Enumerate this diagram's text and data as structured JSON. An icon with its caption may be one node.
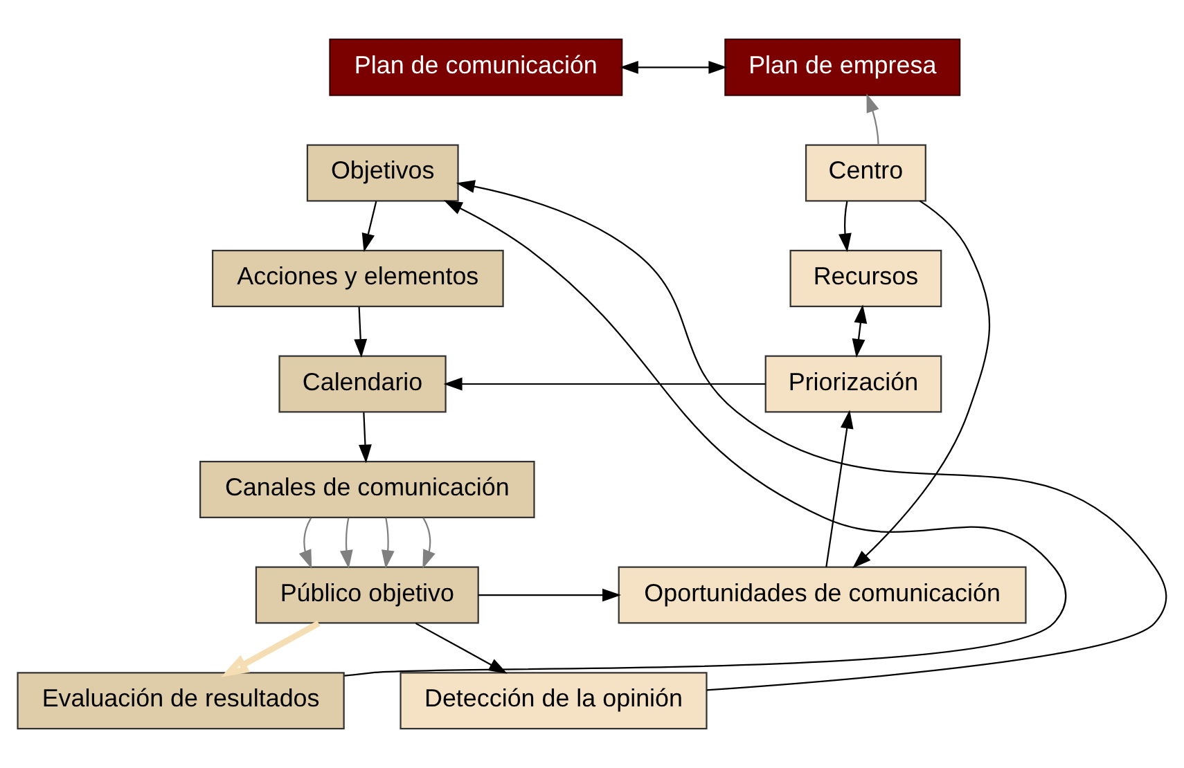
{
  "diagram": {
    "nodes": [
      {
        "text": [
          "Plan de comunicación"
        ]
      },
      {
        "text": [
          "Plan de empresa"
        ]
      },
      {
        "text": [
          "Objetivos"
        ]
      },
      {
        "text": [
          "Acciones y elementos"
        ]
      },
      {
        "text": [
          "Calendario"
        ]
      },
      {
        "text": [
          "Canales de comunicación"
        ]
      },
      {
        "text": [
          "Público objetivo"
        ]
      },
      {
        "text": [
          "Evaluación de resultados"
        ]
      },
      {
        "text": [
          "Detección de la opinión"
        ]
      },
      {
        "text": [
          "Recursos"
        ]
      },
      {
        "text": [
          "Priorización"
        ]
      },
      {
        "text": [
          "Centro"
        ]
      },
      {
        "text": [
          "Oportunidades de comunicación"
        ]
      }
    ],
    "edges": [
      {
        "from": 0,
        "to": 1,
        "arrow": "both"
      },
      {
        "from": 2,
        "to": 3,
        "arrow": "to"
      },
      {
        "from": 3,
        "to": 4,
        "arrow": "to"
      },
      {
        "from": 4,
        "to": 5,
        "arrow": "to"
      },
      {
        "from": 5,
        "to": 6,
        "arrow": "to",
        "color": "#808080"
      },
      {
        "from": 5,
        "to": 6,
        "arrow": "to",
        "color": "#808080"
      },
      {
        "from": 5,
        "to": 6,
        "arrow": "to",
        "color": "#808080"
      },
      {
        "from": 5,
        "to": 6,
        "arrow": "to",
        "color": "#808080"
      },
      {
        "from": 6,
        "to": 7,
        "arrow": "to",
        "style": "thick",
        "color": "#f5deb3"
      },
      {
        "from": 7,
        "to": 2,
        "arrow": "to"
      },
      {
        "from": 8,
        "to": 2,
        "arrow": "to"
      },
      {
        "from": 6,
        "to": 8,
        "arrow": "to"
      },
      {
        "from": 6,
        "to": 12,
        "arrow": "to"
      },
      {
        "from": 12,
        "to": 10,
        "arrow": "to"
      },
      {
        "from": 10,
        "to": 4,
        "arrow": "to"
      },
      {
        "from": 9,
        "to": 10,
        "arrow": "both"
      },
      {
        "from": 11,
        "to": 9,
        "arrow": "to"
      },
      {
        "from": 11,
        "to": 1,
        "arrow": "to",
        "color": "#808080"
      },
      {
        "from": 11,
        "to": 12,
        "arrow": "to"
      }
    ]
  }
}
